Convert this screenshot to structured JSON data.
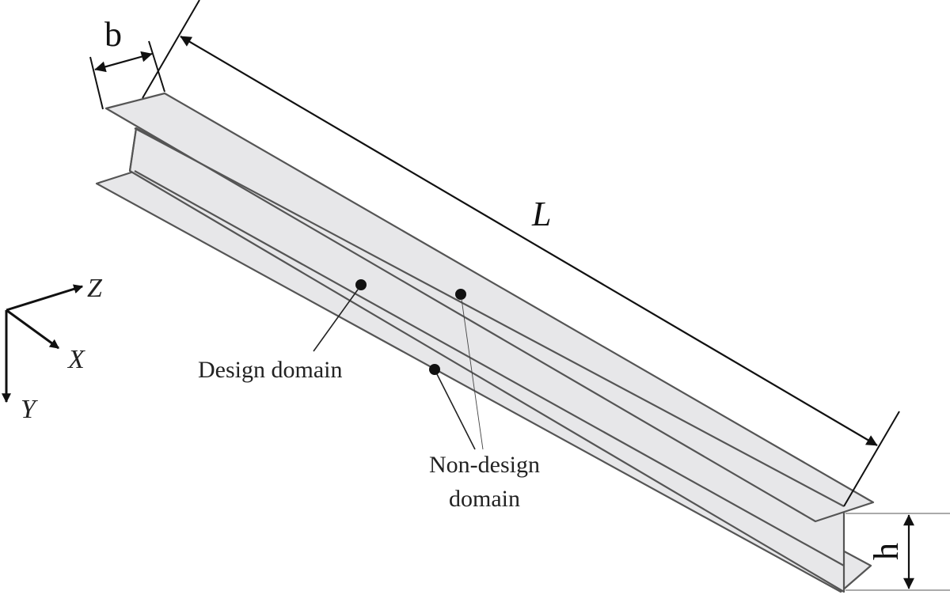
{
  "labels": {
    "dim_b": "b",
    "dim_L": "L",
    "dim_h": "h",
    "design": "Design domain",
    "nondesign_line1": "Non-design",
    "nondesign_line2": "domain"
  },
  "axes": {
    "x": "X",
    "y": "Y",
    "z": "Z"
  },
  "colors": {
    "beam_fill": "#e7e7e9",
    "beam_stroke": "#555555",
    "ink": "#111111"
  }
}
